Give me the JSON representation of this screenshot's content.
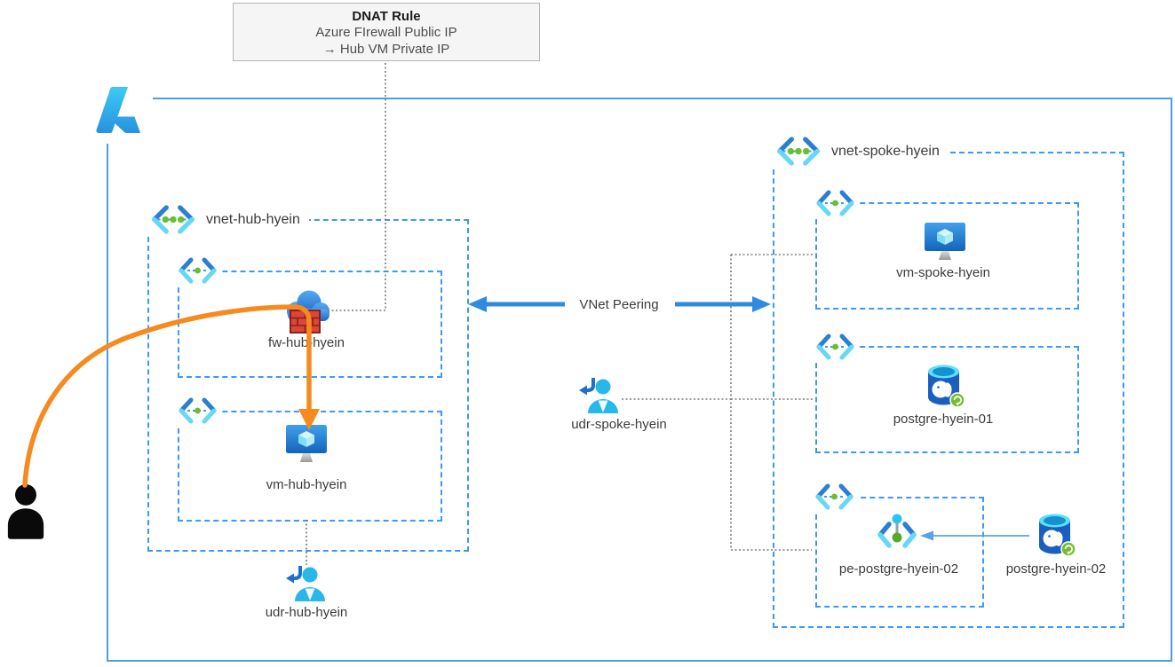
{
  "note": {
    "title": "DNAT Rule",
    "line1": "Azure FIrewall Public IP",
    "line2": "→ Hub VM Private IP"
  },
  "peering": {
    "label": "VNet Peering"
  },
  "hub": {
    "vnet_label": "vnet-hub-hyein",
    "firewall_label": "fw-hub-hyein",
    "vm_label": "vm-hub-hyein",
    "udr_label": "udr-hub-hyein"
  },
  "spoke": {
    "vnet_label": "vnet-spoke-hyein",
    "vm_label": "vm-spoke-hyein",
    "postgres1_label": "postgre-hyein-01",
    "pe_label": "pe-postgre-hyein-02",
    "postgres2_label": "postgre-hyein-02",
    "udr_label": "udr-spoke-hyein"
  },
  "icons": {
    "azure_logo": "azure-logo",
    "vnet": "virtual-network-icon",
    "subnet": "subnet-icon",
    "firewall": "azure-firewall-icon",
    "vm": "virtual-machine-icon",
    "route_table": "route-table-icon",
    "postgres": "azure-postgresql-icon",
    "private_endpoint": "private-endpoint-icon",
    "user": "user-icon"
  },
  "colors": {
    "outer_border": "#4e9de8",
    "dashed_border": "#3b99fc",
    "peering_arrow": "#2e8be0",
    "flow_orange": "#f78a1e",
    "dotted_gray": "#7a7a7a",
    "note_bg": "#f5f5f5",
    "green_dot": "#6abf2e",
    "text": "#3c3c3c"
  }
}
